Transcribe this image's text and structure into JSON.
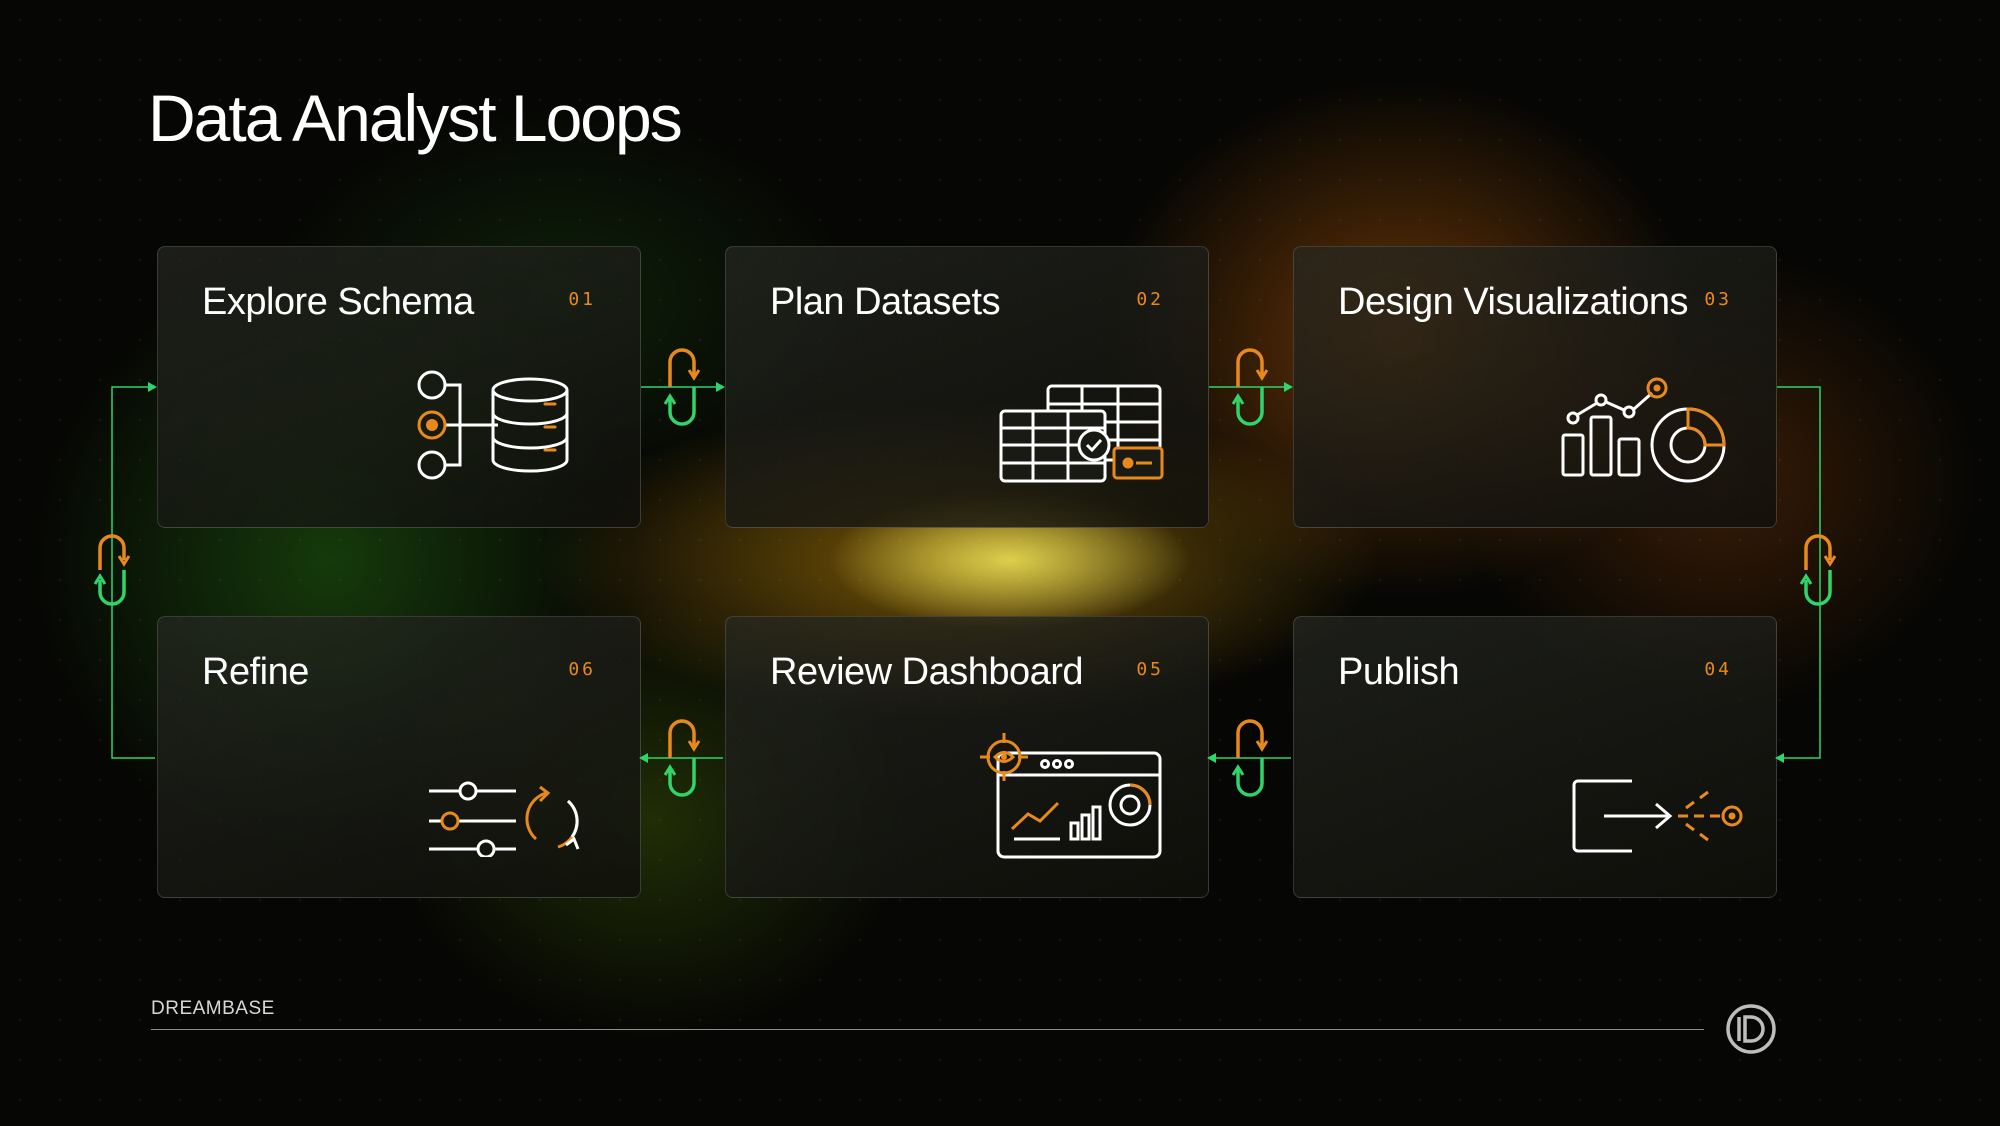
{
  "title": "Data Analyst Loops",
  "steps": [
    {
      "number": "01",
      "title": "Explore Schema"
    },
    {
      "number": "02",
      "title": "Plan Datasets"
    },
    {
      "number": "03",
      "title": "Design Visualizations"
    },
    {
      "number": "04",
      "title": "Publish"
    },
    {
      "number": "05",
      "title": "Review Dashboard"
    },
    {
      "number": "06",
      "title": "Refine"
    }
  ],
  "icons": [
    "schema-database-icon",
    "datasets-table-check-icon",
    "visualization-charts-icon",
    "publish-export-icon",
    "dashboard-review-icon",
    "refine-sliders-refresh-icon"
  ],
  "footer": {
    "brand": "DREAMBASE"
  },
  "colors": {
    "background": "#060604",
    "accent_orange": "#e8891c",
    "accent_green": "#2fd46a",
    "card_border": "#3a3a36"
  }
}
